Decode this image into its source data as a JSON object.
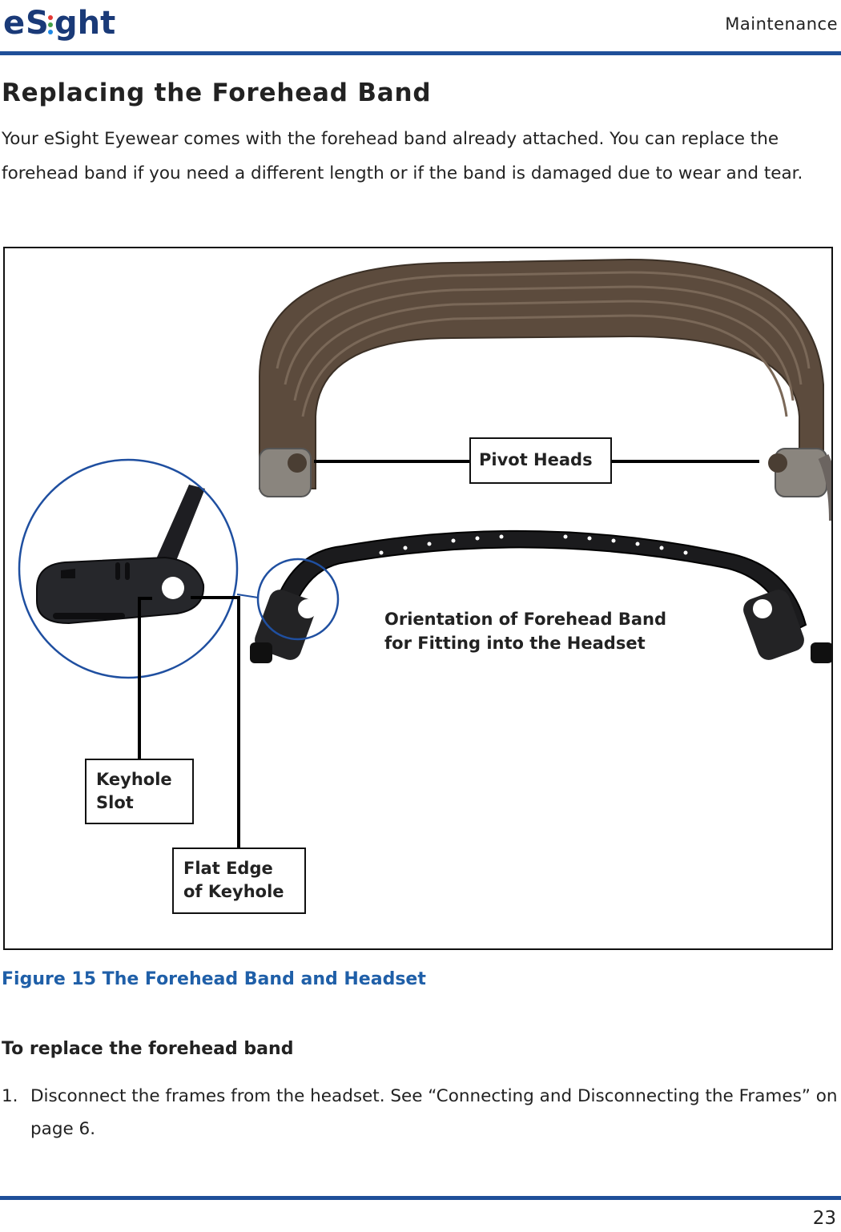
{
  "header": {
    "logo_text": "eSight",
    "section": "Maintenance"
  },
  "title": "Replacing the Forehead Band",
  "intro": "Your eSight Eyewear comes with the forehead band already attached. You can replace the forehead band if you need a different length or if the band is damaged due to wear and tear.",
  "figure": {
    "callouts": {
      "pivot_heads": "Pivot Heads",
      "orientation_line1": "Orientation of Forehead Band",
      "orientation_line2": "for Fitting into the Headset",
      "keyhole_line1": "Keyhole",
      "keyhole_line2": "Slot",
      "flat_edge_line1": "Flat Edge",
      "flat_edge_line2": "of Keyhole"
    },
    "caption": "Figure 15  The Forehead Band and Headset"
  },
  "procedure": {
    "title": "To replace the forehead band",
    "steps": [
      {
        "number": "1.",
        "text": "Disconnect the frames from the headset. See “Connecting and Disconnecting the Frames” on page 6."
      }
    ]
  },
  "footer": {
    "page_number": "23"
  },
  "colors": {
    "accent_blue": "#1f4f99",
    "caption_blue": "#1f5fa8",
    "circle_blue": "#1f4fa0",
    "headset_brown": "#5a4a3c"
  }
}
